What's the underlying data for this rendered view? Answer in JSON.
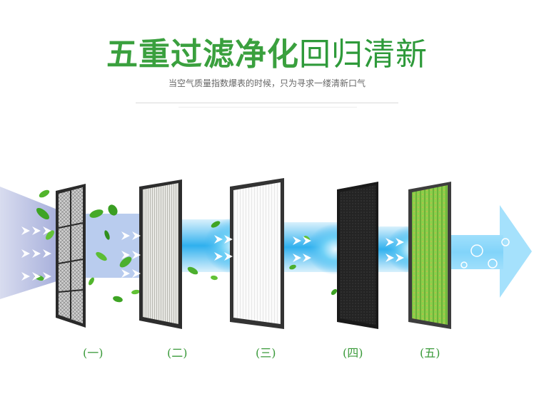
{
  "headline": {
    "bold": "五重过滤净化",
    "light": "回归清新"
  },
  "subtitle": "当空气质量指数爆表的时候，只为寻求一缕清新口气",
  "filters": [
    {
      "label": "(一)"
    },
    {
      "label": "(二)"
    },
    {
      "label": "(三)"
    },
    {
      "label": "(四)"
    },
    {
      "label": "(五)"
    }
  ],
  "colors": {
    "green": "#3aa03e",
    "airflow": "#3fb6f0",
    "leaf": "#4caf2e"
  }
}
